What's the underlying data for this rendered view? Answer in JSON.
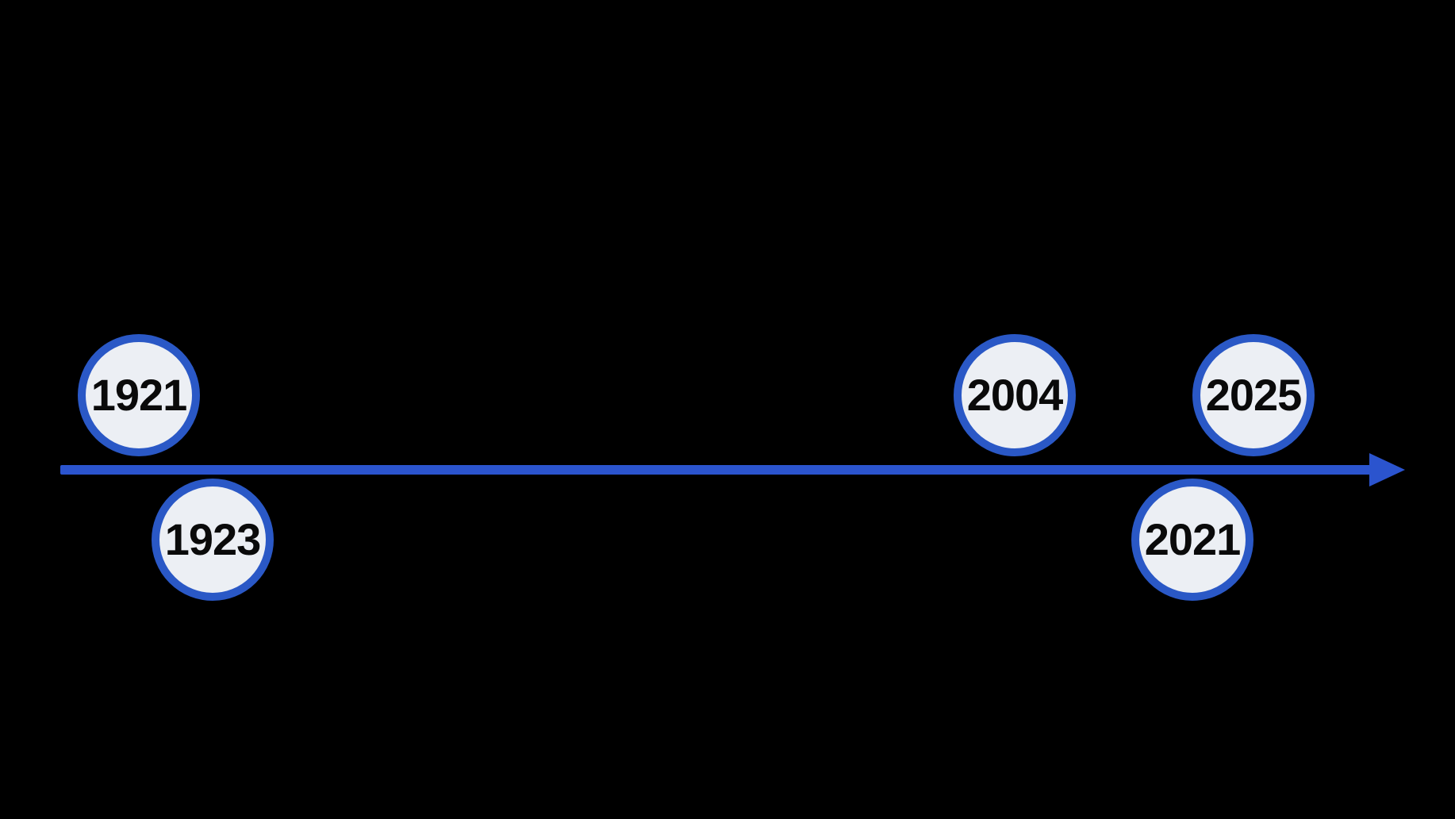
{
  "canvas": {
    "background_color": "#000000"
  },
  "timeline": {
    "axis": {
      "color": "#2b54ce",
      "direction": "right"
    },
    "node_style": {
      "fill_color": "#eceff4",
      "border_color": "#2a58c6",
      "text_color": "#0a0a0a"
    },
    "events": [
      {
        "year": "1921",
        "position": "above-axis"
      },
      {
        "year": "1923",
        "position": "below-axis"
      },
      {
        "year": "2004",
        "position": "above-axis"
      },
      {
        "year": "2021",
        "position": "below-axis"
      },
      {
        "year": "2025",
        "position": "above-axis"
      }
    ]
  }
}
